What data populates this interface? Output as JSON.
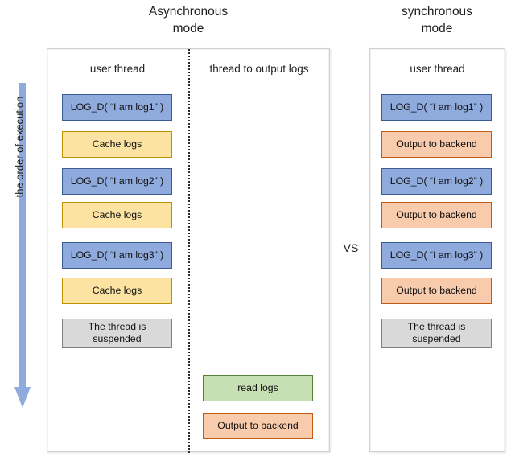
{
  "titles": {
    "async": "Asynchronous\nmode",
    "sync": "synchronous\nmode"
  },
  "comparison_label": "VS",
  "order_arrow": {
    "label": "the order of execution",
    "direction": "down",
    "color": "#8FAADC"
  },
  "colors": {
    "log_fill": "#8FAADC",
    "log_border": "#3B5C92",
    "cache_fill": "#FCE3A2",
    "cache_border": "#BF9000",
    "backend_fill": "#F8CBAD",
    "backend_border": "#C55A11",
    "read_fill": "#C6E0B4",
    "read_border": "#548235",
    "suspend_fill": "#D9D9D9",
    "suspend_border": "#808080",
    "panel_border": "#D0D0D0",
    "divider": "#2B2B2B"
  },
  "async_panel": {
    "columns": [
      {
        "header": "user thread",
        "steps": [
          {
            "label": "LOG_D( “I am log1” )",
            "kind": "log"
          },
          {
            "label": "Cache logs",
            "kind": "cache"
          },
          {
            "label": "LOG_D( “I am log2” )",
            "kind": "log"
          },
          {
            "label": "Cache logs",
            "kind": "cache"
          },
          {
            "label": "LOG_D( “I am log3” )",
            "kind": "log"
          },
          {
            "label": "Cache logs",
            "kind": "cache"
          },
          {
            "label": "The thread is\nsuspended",
            "kind": "suspend"
          }
        ]
      },
      {
        "header": "thread to output logs",
        "steps": [
          {
            "label": "read logs",
            "kind": "read"
          },
          {
            "label": "Output to backend",
            "kind": "backend"
          }
        ]
      }
    ]
  },
  "sync_panel": {
    "columns": [
      {
        "header": "user thread",
        "steps": [
          {
            "label": "LOG_D( “I am log1” )",
            "kind": "log"
          },
          {
            "label": "Output to backend",
            "kind": "backend"
          },
          {
            "label": "LOG_D( “I am log2” )",
            "kind": "log"
          },
          {
            "label": "Output to backend",
            "kind": "backend"
          },
          {
            "label": "LOG_D( “I am log3” )",
            "kind": "log"
          },
          {
            "label": "Output to backend",
            "kind": "backend"
          },
          {
            "label": "The thread is\nsuspended",
            "kind": "suspend"
          }
        ]
      }
    ]
  }
}
